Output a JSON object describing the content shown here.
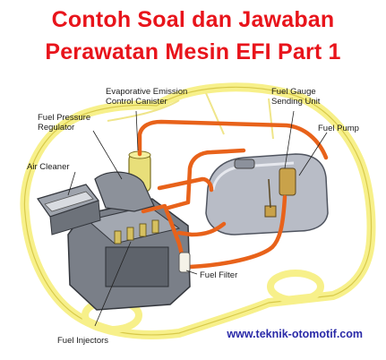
{
  "title": {
    "line1": "Contoh Soal dan Jawaban",
    "line2": "Perawatan Mesin EFI Part 1"
  },
  "labels": {
    "evap_line1": "Evaporative Emission",
    "evap_line2": "Control Canister",
    "gauge_line1": "Fuel Gauge",
    "gauge_line2": "Sending Unit",
    "regulator_line1": "Fuel Pressure",
    "regulator_line2": "Regulator",
    "pump": "Fuel Pump",
    "cleaner": "Air Cleaner",
    "filter": "Fuel Filter",
    "injectors": "Fuel Injectors"
  },
  "website": "www.teknik-otomotif.com",
  "colors": {
    "title": "#e8141b",
    "fuel_line": "#e8621a",
    "car_outline": "#f7f08a",
    "website": "#2a2aa8"
  },
  "icons": [
    "car-outline-icon",
    "engine-icon",
    "fuel-tank-icon",
    "canister-icon",
    "air-cleaner-icon",
    "fuel-filter-icon",
    "fuel-pump-icon"
  ]
}
